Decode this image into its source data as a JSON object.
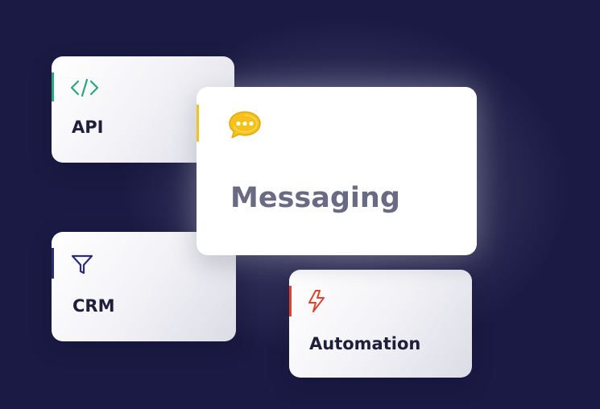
{
  "cards": {
    "api": {
      "label": "API",
      "icon": "code-icon",
      "accent": "#2aa77a"
    },
    "crm": {
      "label": "CRM",
      "icon": "filter-icon",
      "accent": "#2c2d7a"
    },
    "automation": {
      "label": "Automation",
      "icon": "lightning-bolt-icon",
      "accent": "#d9442e"
    },
    "messaging": {
      "label": "Messaging",
      "icon": "chat-bubble-icon",
      "accent": "#f4c21b"
    }
  },
  "colors": {
    "background": "#1b1a44",
    "label": "#1f1e3b",
    "featured_label": "#6b6a84"
  }
}
